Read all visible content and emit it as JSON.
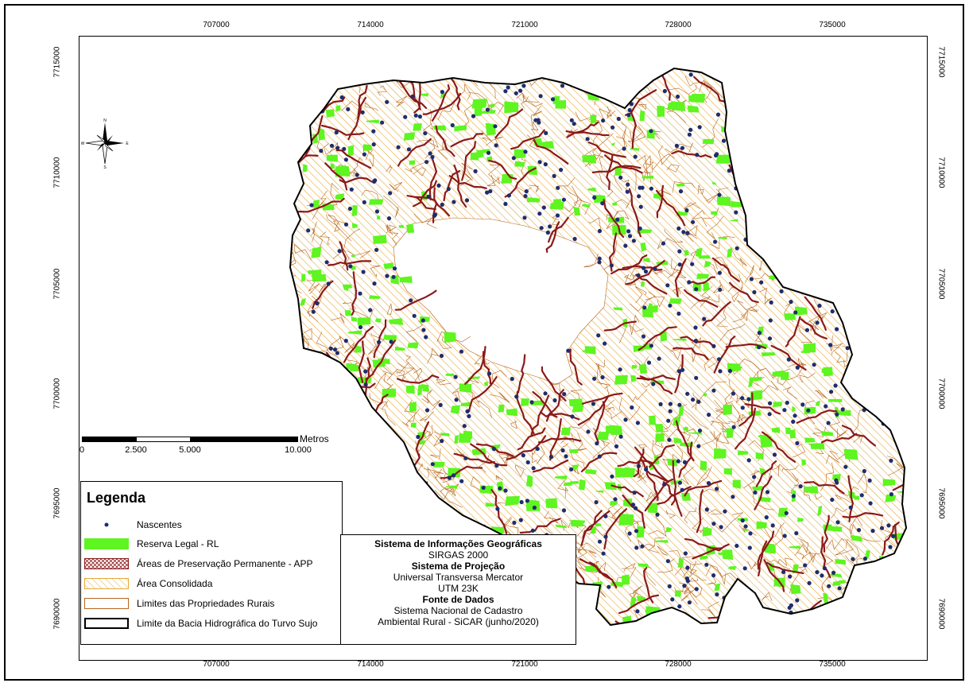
{
  "map": {
    "x_ticks": [
      "707000",
      "714000",
      "721000",
      "728000",
      "735000"
    ],
    "y_ticks": [
      "7715000",
      "7710000",
      "7705000",
      "7700000",
      "7695000",
      "7690000"
    ],
    "region": "Bacia Hidrográfica do Turvo Sujo"
  },
  "north_arrow": {
    "labels": {
      "n": "N",
      "s": "S",
      "e": "E",
      "w": "W"
    }
  },
  "scale": {
    "labels": [
      "0",
      "2.500",
      "5.000",
      "10.000"
    ],
    "unit": "Metros"
  },
  "legend": {
    "title": "Legenda",
    "items": [
      {
        "label": "Nascentes",
        "symbol": "dot",
        "color": "#1f2d6e"
      },
      {
        "label": "Reserva Legal - RL",
        "symbol": "fill",
        "color": "#5ef520"
      },
      {
        "label": "Áreas de Preservação Permanente - APP",
        "symbol": "crosshatch",
        "color": "#8b1a1a"
      },
      {
        "label": "Área Consolidada",
        "symbol": "diagonal",
        "color": "#e6a83a"
      },
      {
        "label": "Limites das Propriedades Rurais",
        "symbol": "outline",
        "color": "#b5651d"
      },
      {
        "label": "Limite da Bacia Hidrográfica do Turvo Sujo",
        "symbol": "outline-thick",
        "color": "#000000"
      }
    ]
  },
  "info": {
    "lines": [
      {
        "text": "Sistema de Informações Geográficas",
        "bold": true
      },
      {
        "text": "SIRGAS 2000",
        "bold": false
      },
      {
        "text": "Sistema de Projeção",
        "bold": true
      },
      {
        "text": "Universal Transversa Mercator",
        "bold": false
      },
      {
        "text": "UTM 23K",
        "bold": false
      },
      {
        "text": "Fonte de Dados",
        "bold": true
      },
      {
        "text": "Sistema Nacional de Cadastro",
        "bold": false
      },
      {
        "text": "Ambiental Rural - SiCAR (junho/2020)",
        "bold": false
      }
    ]
  },
  "colors": {
    "reserva": "#5ef520",
    "app": "#8b1a1a",
    "consolidada": "#e6a83a",
    "limites": "#b5651d",
    "nascentes": "#1f2d6e"
  }
}
